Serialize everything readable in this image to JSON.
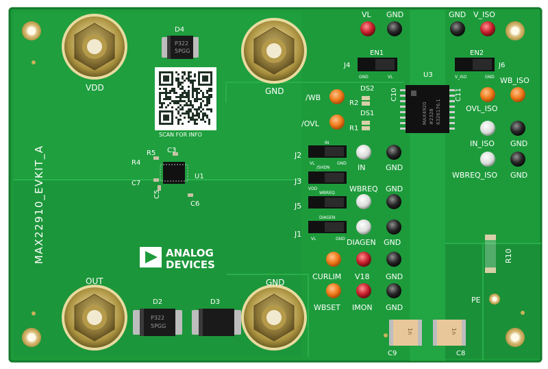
{
  "board": {
    "name": "MAX22910_EVKIT_A",
    "colors": {
      "pcb": "#1f9a3a",
      "pcb_dark": "#178532",
      "silk": "#ffffff",
      "gold": "#c8b25a",
      "orange": "#f07c1c",
      "red": "#c8202c"
    }
  },
  "terminals": {
    "vdd": "VDD",
    "gnd_top": "GND",
    "out": "OUT",
    "gnd_bottom": "GND"
  },
  "qr": {
    "caption": "SCAN FOR INFO"
  },
  "logo": {
    "line1": "ANALOG",
    "line2": "DEVICES"
  },
  "components": {
    "d4": "D4",
    "d2": "D2",
    "d3": "D3",
    "d_marking": "P322",
    "d_marking2": "5PGG",
    "u1": "U1",
    "u3": "U3",
    "u3_marking1": "MAX4920",
    "u3_marking2": "#2328",
    "u3_marking3": "6326176.1",
    "c3": "C3",
    "r5": "R5",
    "r4": "R4",
    "c7": "C7",
    "c5": "C5",
    "c6": "C6",
    "c9": "C9",
    "c8": "C8",
    "c10": "C10",
    "c11": "C11",
    "r1": "R1",
    "r2": "R2",
    "ds1": "DS1",
    "ds2": "DS2",
    "r10": "R10",
    "cap_marking": "1n"
  },
  "jumpers": {
    "j1": "J1",
    "j2": "J2",
    "j3": "J3",
    "j4": "J4",
    "j5": "J5",
    "j6": "J6",
    "en1": "EN1",
    "en2": "EN2",
    "in_lbl": "IN",
    "vl_lbl": "VL",
    "gnd_lbl": "GND",
    "shdn_lbl": "/SHDN",
    "vdd_lbl": "VDD",
    "wbreq_lbl": "WBREQ",
    "diagen_lbl": "DIAGEN",
    "viso_lbl": "V_ISO"
  },
  "testpoints": {
    "vl": "VL",
    "gnd_vl": "GND",
    "gnd_viso": "GND",
    "v_iso": "V_ISO",
    "wb": "/WB",
    "ovl": "/OVL",
    "in": "IN",
    "gnd_in": "GND",
    "wbreq": "WBREQ",
    "gnd_wbreq": "GND",
    "diagen": "DIAGEN",
    "gnd_diagen": "GND",
    "curlim": "CURLIM",
    "v18": "V18",
    "gnd_v18": "GND",
    "wbset": "WBSET",
    "imon": "IMON",
    "gnd_imon": "GND",
    "wb_iso": "WB_ISO",
    "ovl_iso": "OVL_ISO",
    "in_iso": "IN_ISO",
    "gnd_in_iso": "GND",
    "wbreq_iso": "WBREQ_ISO",
    "gnd_wbreq_iso": "GND",
    "pe": "PE"
  }
}
